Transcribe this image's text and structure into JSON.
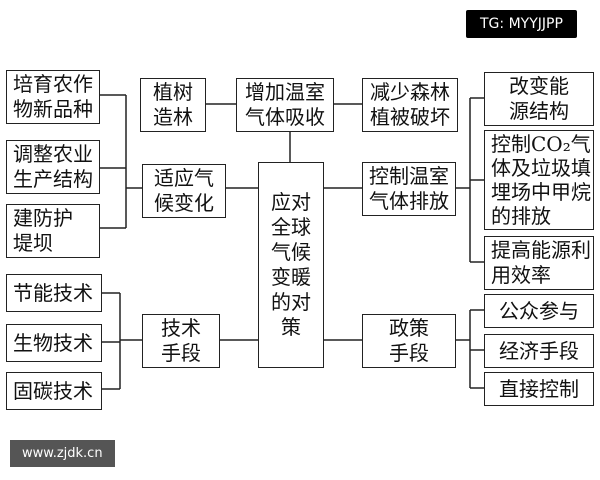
{
  "watermark_top": "TG: MYYJJPP",
  "watermark_bottom": "www.zjdk.cn",
  "center": "应对\n全球\n气候\n变暖\n的对\n策",
  "top_nodes": {
    "afforest": "植树\n造林",
    "increase": "增加温室\n气体吸收",
    "reduce": "减少森林\n植被破坏"
  },
  "adapt": {
    "label": "适应气\n候变化",
    "children": [
      "培育农作\n物新品种",
      "调整农业\n生产结构",
      "建防护\n堤坝"
    ]
  },
  "control": {
    "label": "控制温室\n气体排放",
    "children": [
      "改变能\n源结构",
      "控制CO₂气\n体及垃圾填\n埋场中甲烷\n的排放",
      "提高能源利\n用效率"
    ]
  },
  "tech": {
    "label": "技术\n手段",
    "children": [
      "节能技术",
      "生物技术",
      "固碳技术"
    ]
  },
  "policy": {
    "label": "政策\n手段",
    "children": [
      "公众参与",
      "经济手段",
      "直接控制"
    ]
  }
}
